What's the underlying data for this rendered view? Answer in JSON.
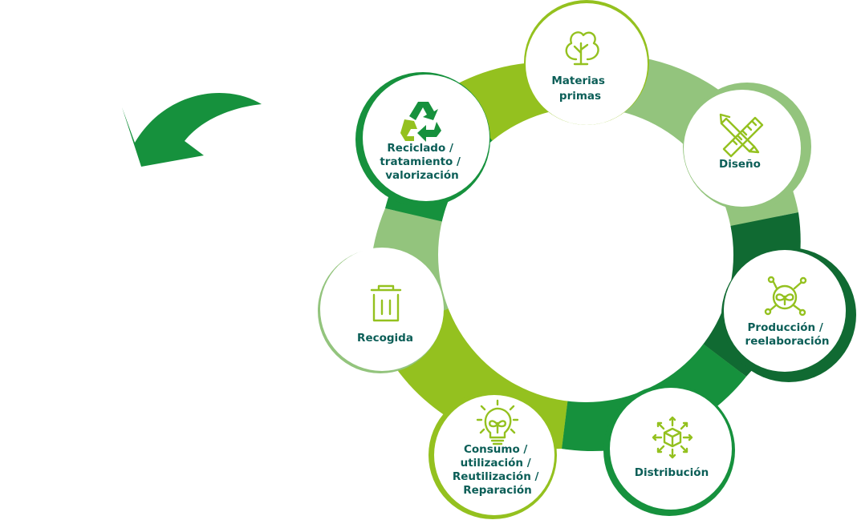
{
  "colors": {
    "dark_green": "#106a32",
    "green": "#16913d",
    "lime": "#94c11f",
    "pale_green": "#93c47d",
    "label_teal": "#0b5e57"
  },
  "arrow_icon": "curved-arrow-icon",
  "nodes": [
    {
      "id": "materias-primas",
      "icon": "tree-icon",
      "lines": [
        "Materias",
        "primas"
      ]
    },
    {
      "id": "diseno",
      "icon": "pencil-ruler-icon",
      "lines": [
        "Diseño"
      ]
    },
    {
      "id": "produccion",
      "icon": "sprout-network-icon",
      "lines": [
        "Producción /",
        "reelaboración"
      ]
    },
    {
      "id": "distribucion",
      "icon": "box-arrows-icon",
      "lines": [
        "Distribución"
      ]
    },
    {
      "id": "consumo",
      "icon": "lightbulb-leaf-icon",
      "lines": [
        "Consumo /",
        "utilización /",
        "Reutilización /",
        "Reparación"
      ]
    },
    {
      "id": "recogida",
      "icon": "trash-bin-icon",
      "lines": [
        "Recogida"
      ]
    },
    {
      "id": "reciclado",
      "icon": "recycle-icon",
      "lines": [
        "Reciclado /",
        "tratamiento /",
        "valorización"
      ]
    }
  ]
}
